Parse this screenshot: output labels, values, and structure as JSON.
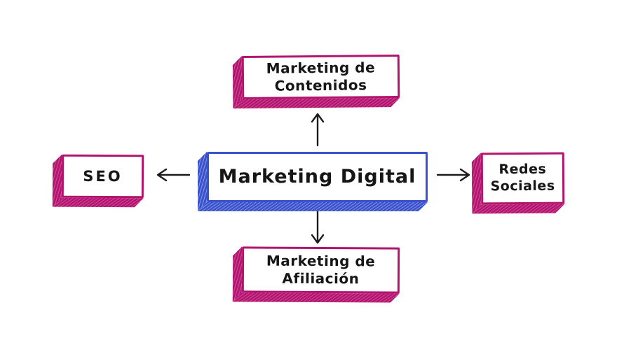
{
  "diagram": {
    "type": "mind-map",
    "colors": {
      "center_border": "#3a53cc",
      "branch_border": "#b3156e",
      "arrow": "#1c1c1c",
      "text": "#161616",
      "background": "#ffffff"
    },
    "nodes": {
      "center": {
        "label": "Marketing Digital"
      },
      "top": {
        "label": "Marketing de Contenidos"
      },
      "left": {
        "label": "SEO"
      },
      "right": {
        "label": "Redes Sociales"
      },
      "bottom": {
        "label": "Marketing de Afiliación"
      }
    },
    "arrows": [
      {
        "from": "center",
        "to": "top",
        "direction": "up"
      },
      {
        "from": "center",
        "to": "left",
        "direction": "left"
      },
      {
        "from": "center",
        "to": "right",
        "direction": "right"
      },
      {
        "from": "center",
        "to": "bottom",
        "direction": "down"
      }
    ]
  }
}
